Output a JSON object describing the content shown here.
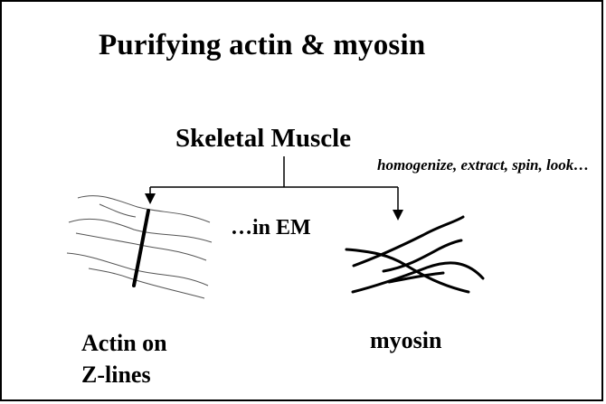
{
  "slide": {
    "title": "Purifying actin & myosin",
    "source": "Skeletal Muscle",
    "process": "homogenize, extract, spin, look…",
    "viewed_in": "…in EM",
    "actin_label_line1": "Actin on",
    "actin_label_line2": "Z-lines",
    "myosin_label": "myosin"
  },
  "colors": {
    "background": "#ffffff",
    "ink": "#000000",
    "thin_filament": "#555555"
  }
}
